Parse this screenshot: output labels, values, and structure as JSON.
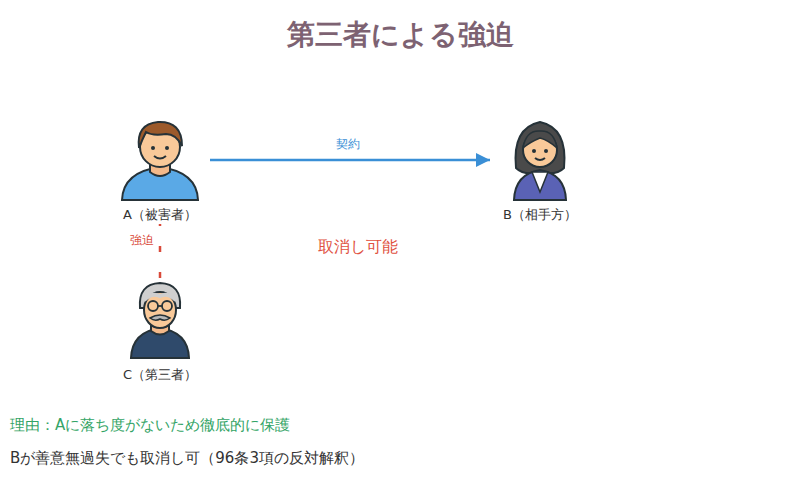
{
  "diagram": {
    "title": "第三者による強迫",
    "nodes": [
      {
        "text": [
          "A（被害者）"
        ]
      },
      {
        "text": [
          "B（相手方）"
        ]
      },
      {
        "text": [
          "C（第三者）"
        ]
      }
    ],
    "edges": [
      {
        "from": 0,
        "to": 1,
        "label": "契約",
        "arrow": "to"
      },
      {
        "from": 2,
        "to": 0,
        "label": "強迫",
        "arrow": "none"
      }
    ],
    "labels": [
      "取消し可能",
      "理由：Aに落ち度がないため徹底的に保護",
      "Bが善意無過失でも取消し可（96条3項の反対解釈）"
    ]
  }
}
